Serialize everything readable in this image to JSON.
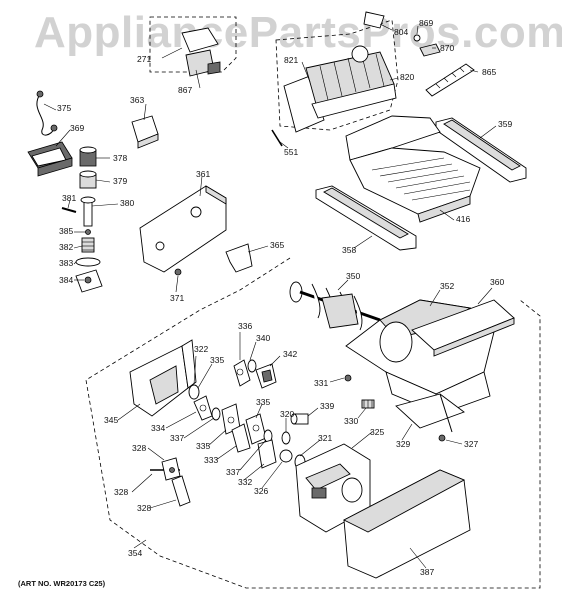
{
  "watermark": "AppliancePartsPros.com",
  "art_no": "(ART NO. WR20173 C25)",
  "labels": {
    "p271": "271",
    "p867": "867",
    "p804": "804",
    "p869": "869",
    "p870": "870",
    "p821": "821",
    "p820": "820",
    "p865": "865",
    "p375": "375",
    "p363": "363",
    "p369": "369",
    "p378": "378",
    "p379": "379",
    "p551": "551",
    "p359": "359",
    "p381": "381",
    "p361": "361",
    "p380": "380",
    "p385": "385",
    "p382": "382",
    "p416": "416",
    "p383": "383",
    "p365": "365",
    "p358": "358",
    "p384": "384",
    "p371": "371",
    "p350": "350",
    "p352": "352",
    "p360": "360",
    "p336": "336",
    "p322": "322",
    "p335a": "335",
    "p340": "340",
    "p342": "342",
    "p331": "331",
    "p345": "345",
    "p334": "334",
    "p337a": "337",
    "p335b": "335",
    "p333": "333",
    "p339": "339",
    "p320": "320",
    "p330": "330",
    "p335c": "335",
    "p337b": "337",
    "p332": "332",
    "p321": "321",
    "p325": "325",
    "p329": "329",
    "p327": "327",
    "p326": "326",
    "p328a": "328",
    "p328b": "328",
    "p328c": "328",
    "p354": "354",
    "p387": "387"
  }
}
